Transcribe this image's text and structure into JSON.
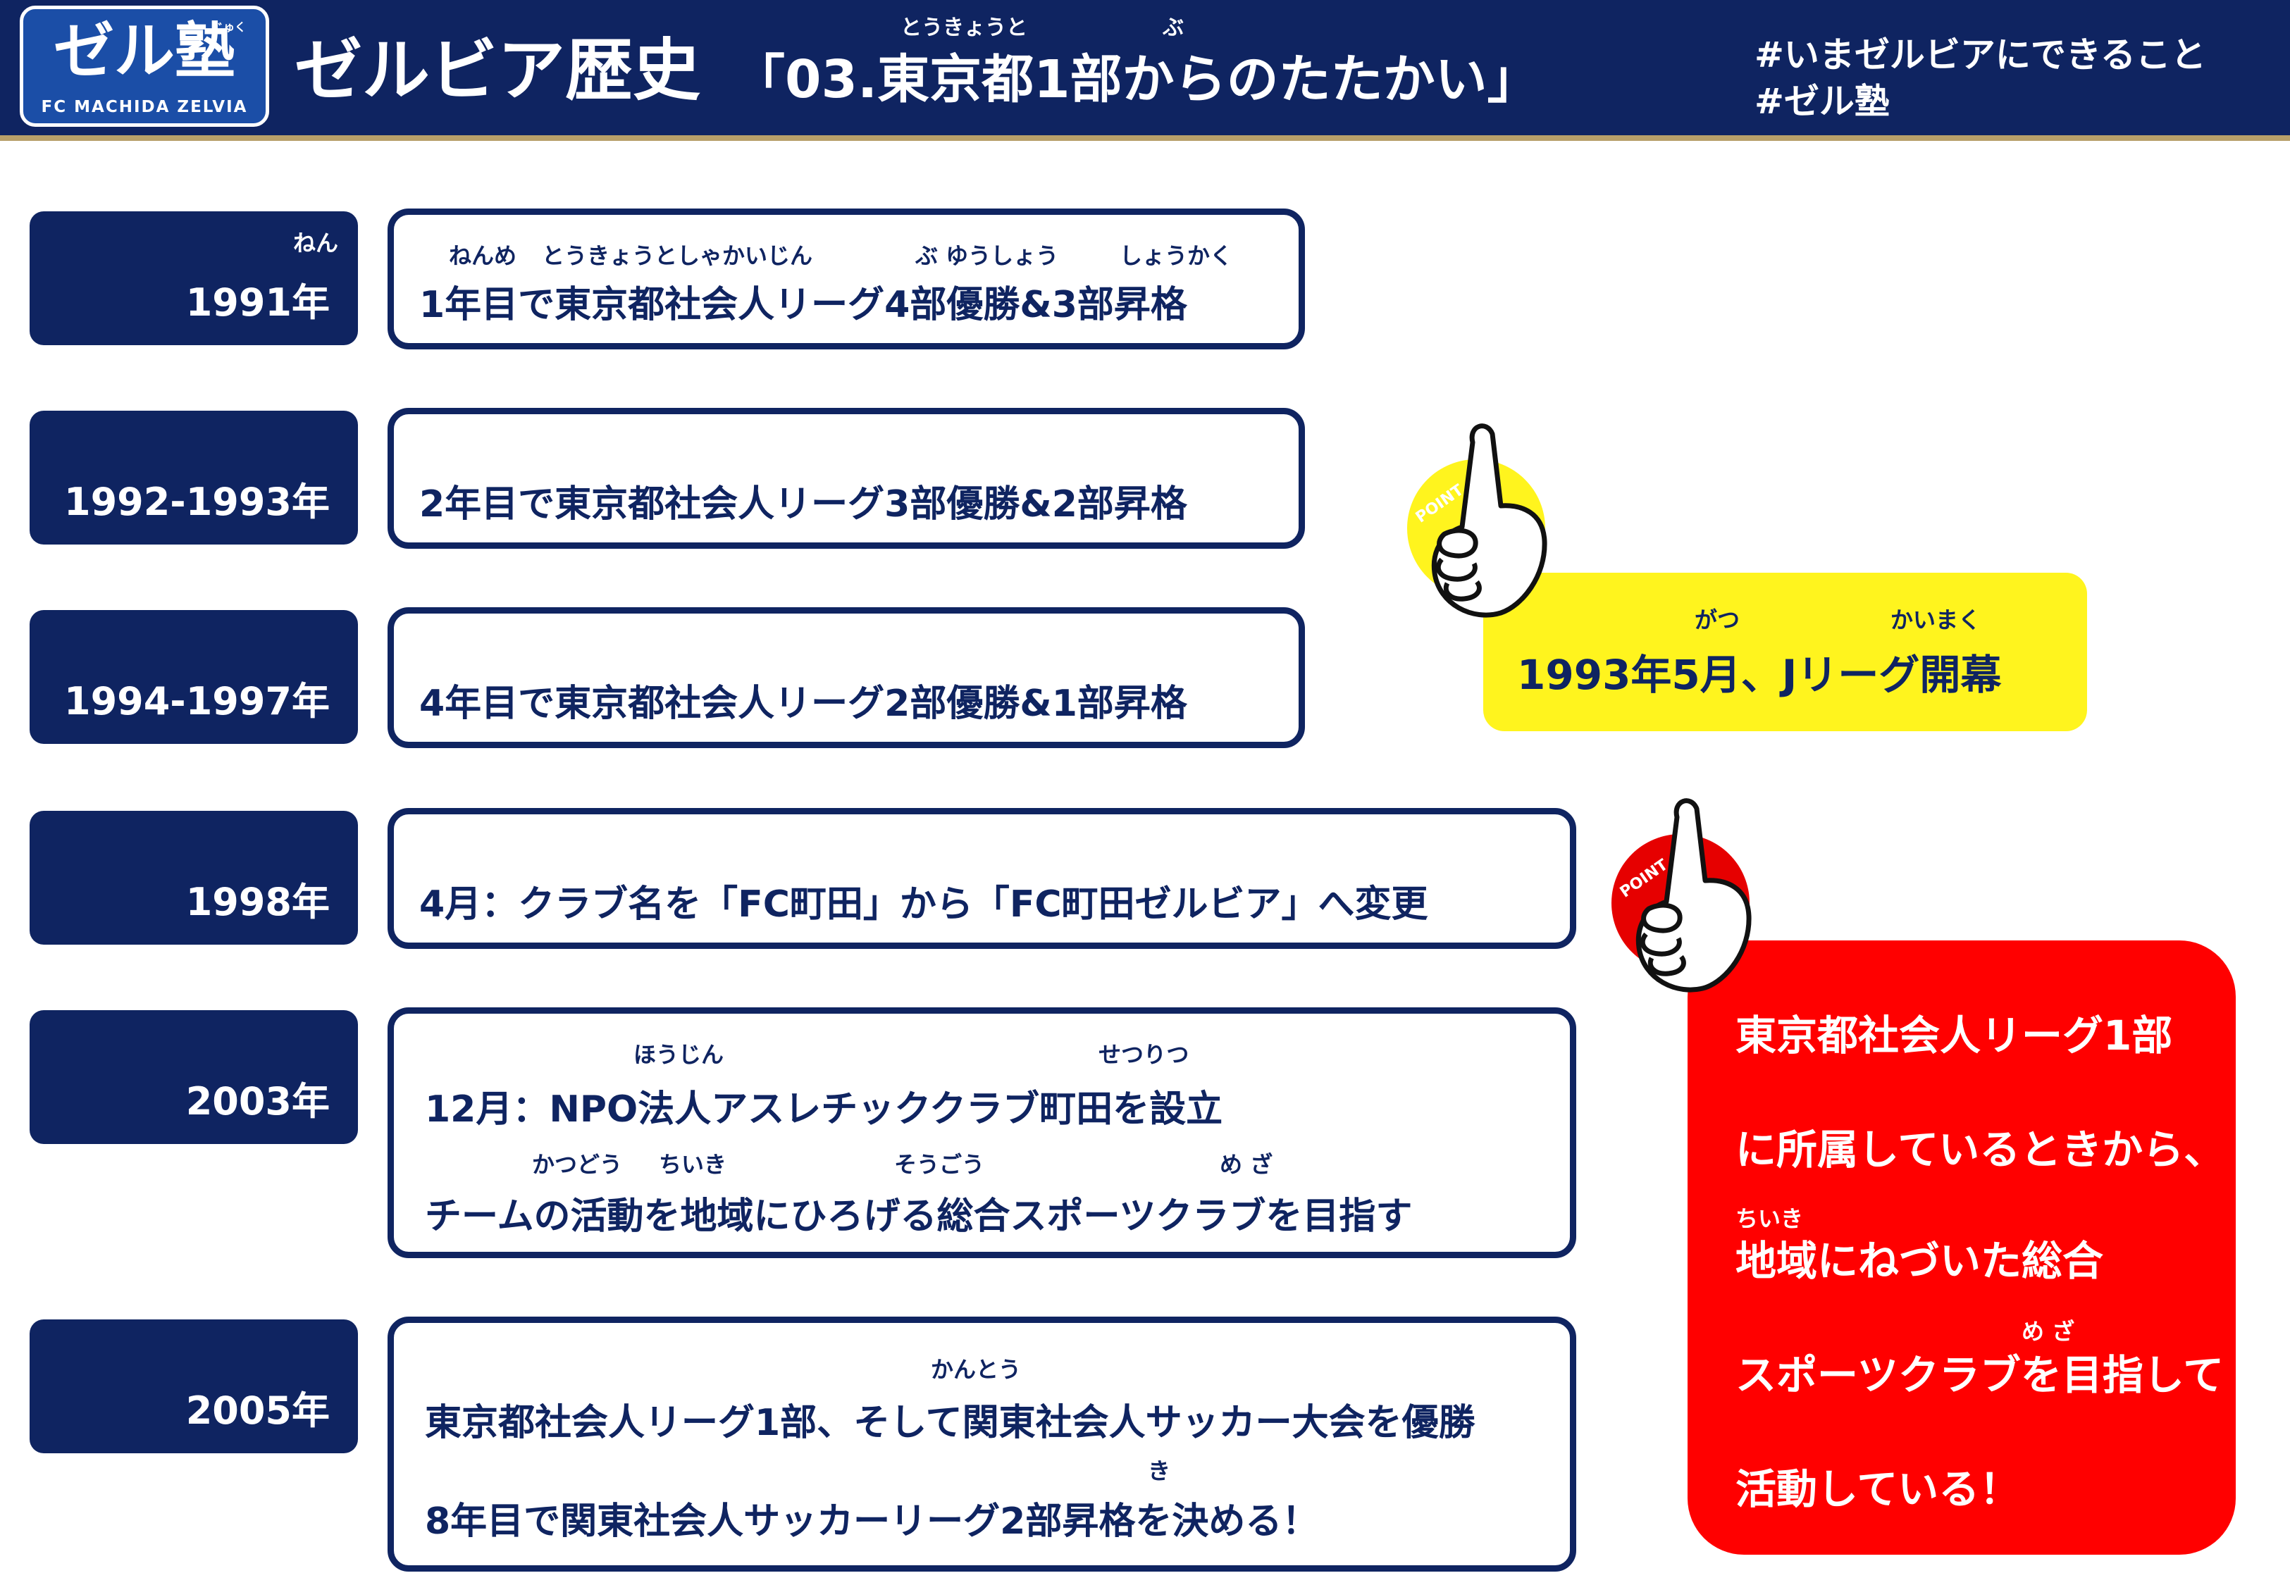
{
  "header": {
    "logo_text": "ゼル塾",
    "logo_ruby": "じゅく",
    "logo_sub": "FC MACHIDA ZELVIA",
    "series": "ゼルビア歴史",
    "title": "「03.東京都1部からのたたかい」",
    "title_ruby_1": "とうきょうと",
    "title_ruby_2": "ぶ",
    "hashtag_1": "#いまゼルビアにできること",
    "hashtag_2": "#ゼル塾"
  },
  "timeline": [
    {
      "year": "1991年",
      "year_ruby": "ねん",
      "lines": [
        "1年目で東京都社会人リーグ4部優勝&3部昇格"
      ],
      "rubies": [
        "ねんめ",
        "とうきょうとしゃかいじん",
        "ぶ ゆうしょう",
        "しょうかく"
      ]
    },
    {
      "year": "1992-1993年",
      "lines": [
        "2年目で東京都社会人リーグ3部優勝&2部昇格"
      ]
    },
    {
      "year": "1994-1997年",
      "lines": [
        "4年目で東京都社会人リーグ2部優勝&1部昇格"
      ]
    },
    {
      "year": "1998年",
      "lines": [
        "4月：クラブ名を「FC町田」から「FC町田ゼルビア」へ変更"
      ]
    },
    {
      "year": "2003年",
      "lines": [
        "12月：NPO法人アスレチッククラブ町田を設立",
        "チームの活動を地域にひろげる総合スポーツクラブを目指す"
      ],
      "rubies": [
        "ほうじん",
        "せつりつ",
        "かつどう",
        "ちいき",
        "そうごう",
        "め ざ"
      ]
    },
    {
      "year": "2005年",
      "lines": [
        "東京都社会人リーグ1部、そして関東社会人サッカー大会を優勝",
        "8年目で関東社会人サッカーリーグ2部昇格を決める！"
      ],
      "rubies": [
        "かんとう",
        "き"
      ]
    }
  ],
  "point_label": "POINT",
  "point_yellow": {
    "text": "1993年5月、Jリーグ開幕",
    "ruby_1": "がつ",
    "ruby_2": "かいまく"
  },
  "point_red": {
    "lines": [
      "東京都社会人リーグ1部",
      "に所属しているときから、",
      "地域にねづいた総合",
      "スポーツクラブを目指して",
      "活動している！"
    ],
    "ruby_1": "ちいき",
    "ruby_2": "め ざ"
  },
  "colors": {
    "navy": "#0f2461",
    "gold": "#b8a06a",
    "logo_blue": "#1b4ea7",
    "yellow": "#fff41e",
    "red": "#ff0000"
  },
  "icons": [
    "pointing-hand-icon"
  ]
}
